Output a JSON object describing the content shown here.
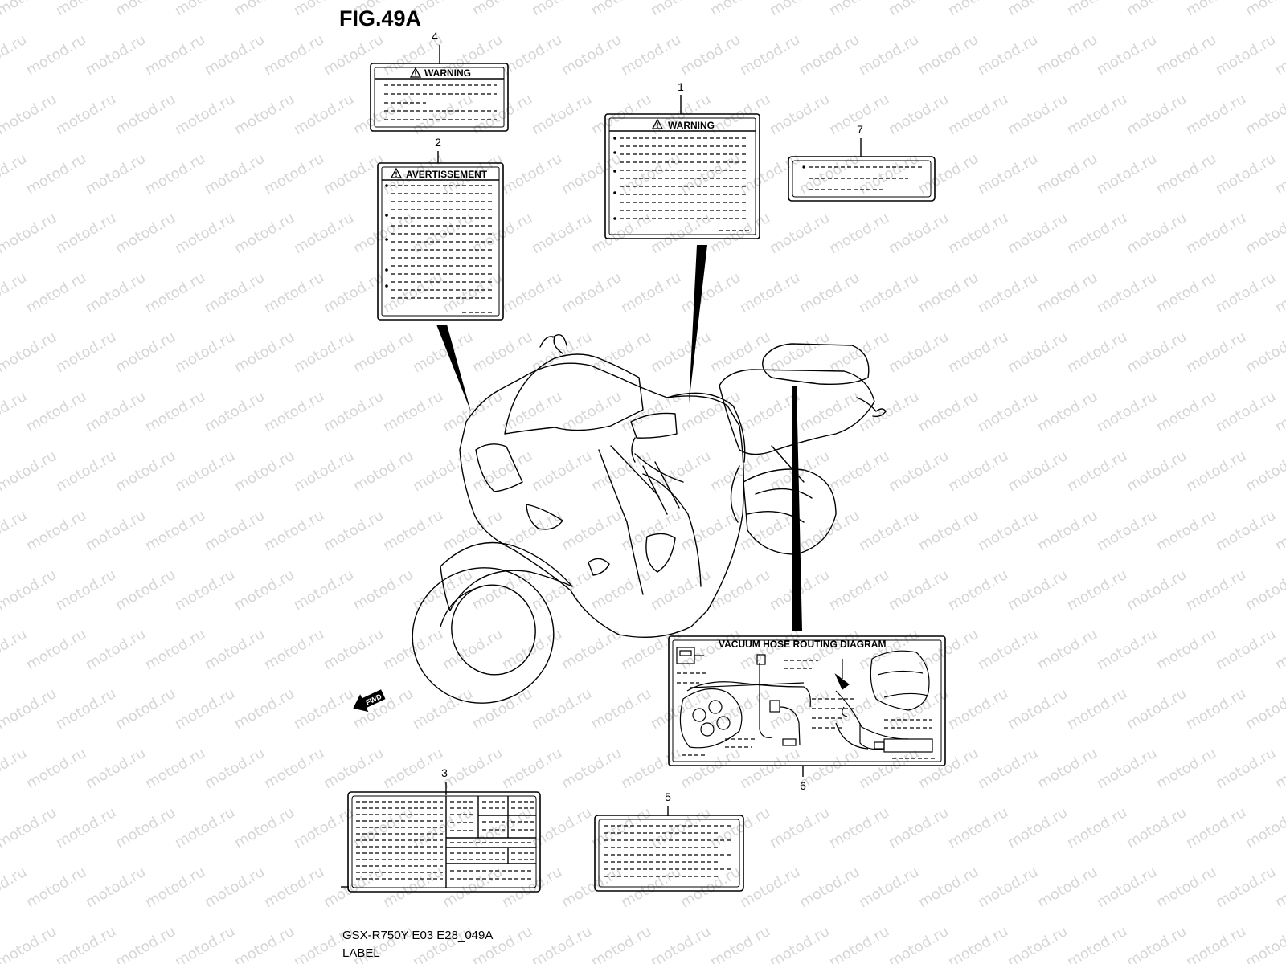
{
  "figure": {
    "title": "FIG.49A",
    "model_code": "GSX-R750Y E03 E28_049A",
    "section_name": "LABEL",
    "watermark_text": "motod.ru",
    "fwd_arrow_text": "FWD"
  },
  "labels": [
    {
      "ref": "4",
      "header": "WARNING",
      "kind": "warning"
    },
    {
      "ref": "2",
      "header": "AVERTISSEMENT",
      "kind": "warning"
    },
    {
      "ref": "1",
      "header": "WARNING",
      "kind": "warning"
    },
    {
      "ref": "7",
      "header": "",
      "kind": "plain"
    },
    {
      "ref": "6",
      "header": "VACUUM HOSE ROUTING DIAGRAM",
      "kind": "diagram"
    },
    {
      "ref": "3",
      "header": "",
      "kind": "table"
    },
    {
      "ref": "5",
      "header": "",
      "kind": "plain"
    }
  ],
  "colors": {
    "ink": "#000000",
    "watermark": "#d6d6d6",
    "background": "#ffffff"
  }
}
